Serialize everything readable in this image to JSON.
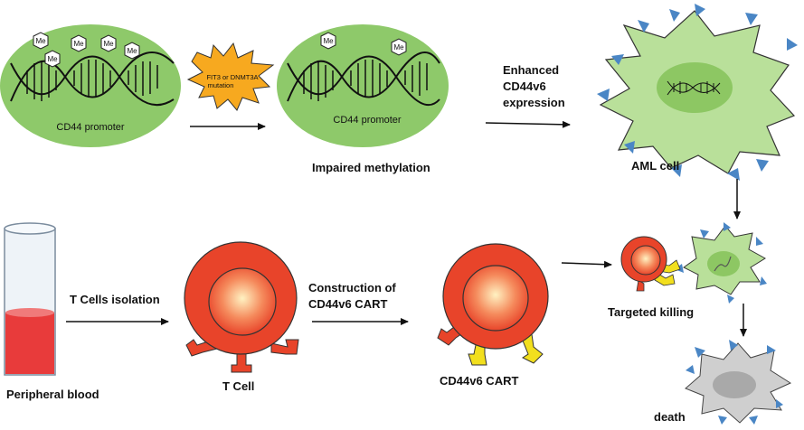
{
  "colors": {
    "green_ellipse": "#8ec96a",
    "green_cell": "#b9e09a",
    "green_nucleus": "#8dc763",
    "red_cell": "#e8442a",
    "blue_marker": "#4a86c5",
    "yellow_receptor": "#f2df1e",
    "orange_star": "#f7a91f",
    "gray_cell": "#cfcfcf",
    "blood_red": "#e83b3b"
  },
  "top_row": {
    "dna1_label": "CD44 promoter",
    "methyl_mark": "Me",
    "mutation_text_line1": "FIT3 or DNMT3A",
    "mutation_text_line2": "mutation",
    "dna2_label": "CD44 promoter",
    "impaired_label": "Impaired methylation",
    "expression_line1": "Enhanced",
    "expression_line2": "CD44v6",
    "expression_line3": "expression",
    "aml_label": "AML cell"
  },
  "bottom_row": {
    "blood_label": "Peripheral blood",
    "isolation_label": "T Cells isolation",
    "tcell_label": "T Cell",
    "construction_line1": "Construction of",
    "construction_line2": "CD44v6 CART",
    "cart_label": "CD44v6 CART",
    "killing_label": "Targeted killing",
    "death_label": "death"
  }
}
